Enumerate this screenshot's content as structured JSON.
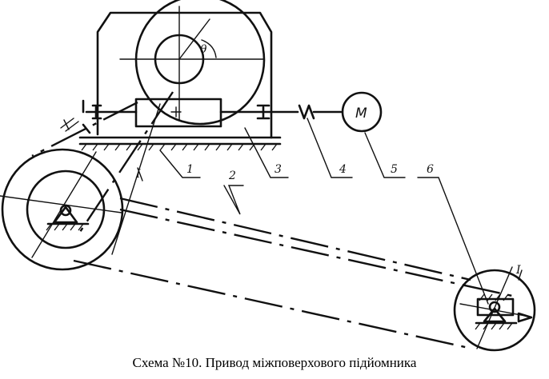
{
  "caption": "Схема №10. Привод міжповерхового підйомника",
  "angle_symbol": "θ",
  "motor_symbol": "M",
  "labels": [
    "1",
    "2",
    "3",
    "4",
    "5",
    "6"
  ],
  "section_mark": "I"
}
